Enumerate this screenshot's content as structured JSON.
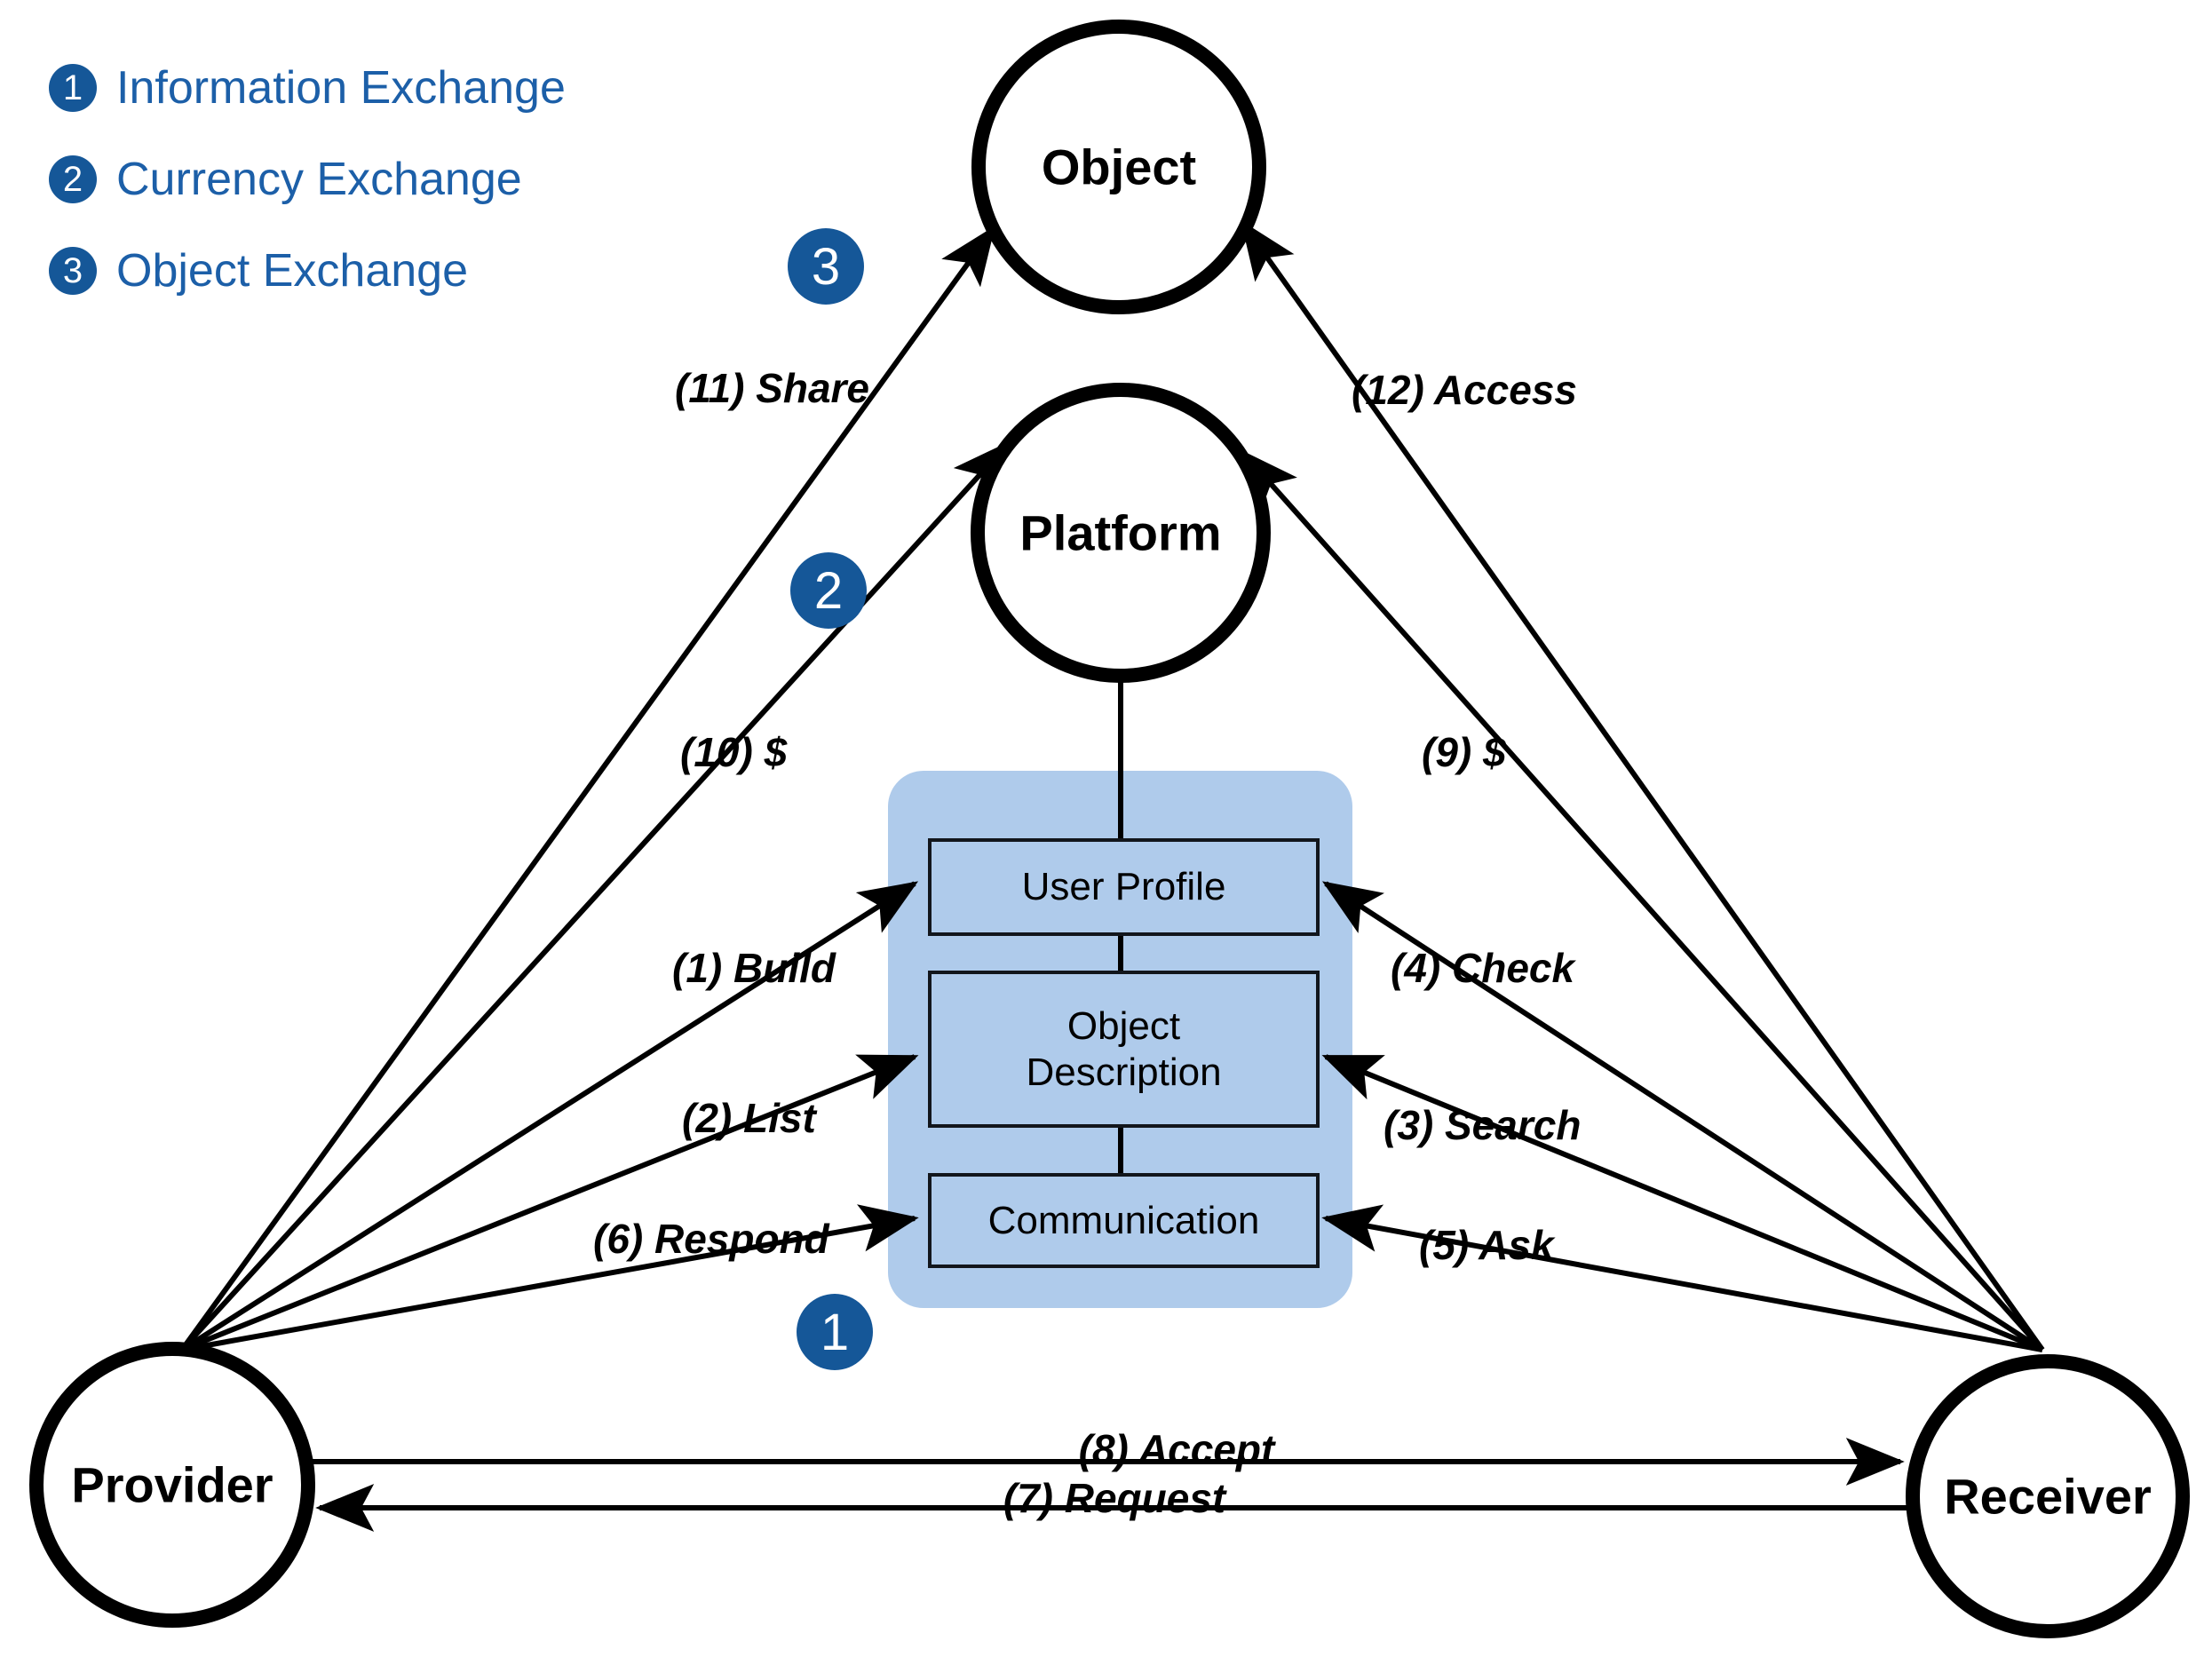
{
  "legend": {
    "items": [
      {
        "num": "1",
        "label": "Information Exchange"
      },
      {
        "num": "2",
        "label": "Currency Exchange"
      },
      {
        "num": "3",
        "label": "Object Exchange"
      }
    ]
  },
  "nodes": {
    "object": "Object",
    "platform": "Platform",
    "provider": "Provider",
    "receiver": "Receiver"
  },
  "platform_components": [
    {
      "id": "user-profile",
      "label": "User Profile"
    },
    {
      "id": "object-description",
      "label": "Object\nDescription"
    },
    {
      "id": "communication",
      "label": "Communication"
    }
  ],
  "step_badges": [
    {
      "num": "3",
      "name": "object-exchange-badge"
    },
    {
      "num": "2",
      "name": "currency-exchange-badge"
    },
    {
      "num": "1",
      "name": "information-exchange-badge"
    }
  ],
  "edges": [
    {
      "id": "build",
      "label": "(1) Build",
      "from": "Provider",
      "to": "User Profile",
      "group": "1"
    },
    {
      "id": "list",
      "label": "(2) List",
      "from": "Provider",
      "to": "Object Description",
      "group": "1"
    },
    {
      "id": "search",
      "label": "(3) Search",
      "from": "Receiver",
      "to": "Object Description",
      "group": "1"
    },
    {
      "id": "check",
      "label": "(4) Check",
      "from": "Receiver",
      "to": "User Profile",
      "group": "1"
    },
    {
      "id": "ask",
      "label": "(5) Ask",
      "from": "Receiver",
      "to": "Communication",
      "group": "1"
    },
    {
      "id": "respond",
      "label": "(6) Respond",
      "from": "Provider",
      "to": "Communication",
      "group": "1"
    },
    {
      "id": "request",
      "label": "(7) Request",
      "from": "Receiver",
      "to": "Provider",
      "group": "1"
    },
    {
      "id": "accept",
      "label": "(8) Accept",
      "from": "Provider",
      "to": "Receiver",
      "group": "1"
    },
    {
      "id": "pay-receiver",
      "label": "(9) $",
      "from": "Receiver",
      "to": "Platform",
      "group": "2"
    },
    {
      "id": "pay-provider",
      "label": "(10) $",
      "from": "Platform",
      "to": "Provider",
      "group": "2"
    },
    {
      "id": "share",
      "label": "(11) Share",
      "from": "Provider",
      "to": "Object",
      "group": "3"
    },
    {
      "id": "access",
      "label": "(12) Access",
      "from": "Receiver",
      "to": "Object",
      "group": "3"
    }
  ],
  "colors": {
    "accent_blue": "#155798",
    "legend_text_blue": "#1c5fa8",
    "panel_blue": "#afcbeb",
    "stroke": "#000000"
  }
}
